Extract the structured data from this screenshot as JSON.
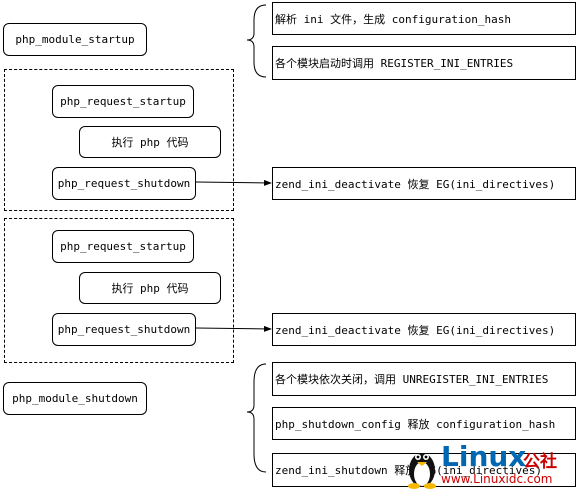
{
  "nodes": {
    "module_startup": "php_module_startup",
    "request_startup_1": "php_request_startup",
    "exec_php_1": "执行 php 代码",
    "request_shutdown_1": "php_request_shutdown",
    "request_startup_2": "php_request_startup",
    "exec_php_2": "执行 php 代码",
    "request_shutdown_2": "php_request_shutdown",
    "module_shutdown": "php_module_shutdown"
  },
  "notes": {
    "parse_ini": "解析 ini 文件，生成 configuration_hash",
    "register_entries": "各个模块启动时调用 REGISTER_INI_ENTRIES",
    "deactivate_1": "zend_ini_deactivate 恢复 EG(ini_directives)",
    "deactivate_2": "zend_ini_deactivate 恢复 EG(ini_directives)",
    "unregister_entries": "各个模块依次关闭，调用 UNREGISTER_INI_ENTRIES",
    "free_config_hash": "php_shutdown_config 释放 configuration_hash",
    "ini_shutdown": "zend_ini_shutdown 释放 EG(ini_directives)"
  },
  "watermark": {
    "brand": "Linux",
    "brand_cn": "公社",
    "url": "www.Linuxidc.com"
  },
  "colors": {
    "line": "#000000",
    "brand_blue": "#0067b3",
    "brand_red": "#cc0000"
  }
}
